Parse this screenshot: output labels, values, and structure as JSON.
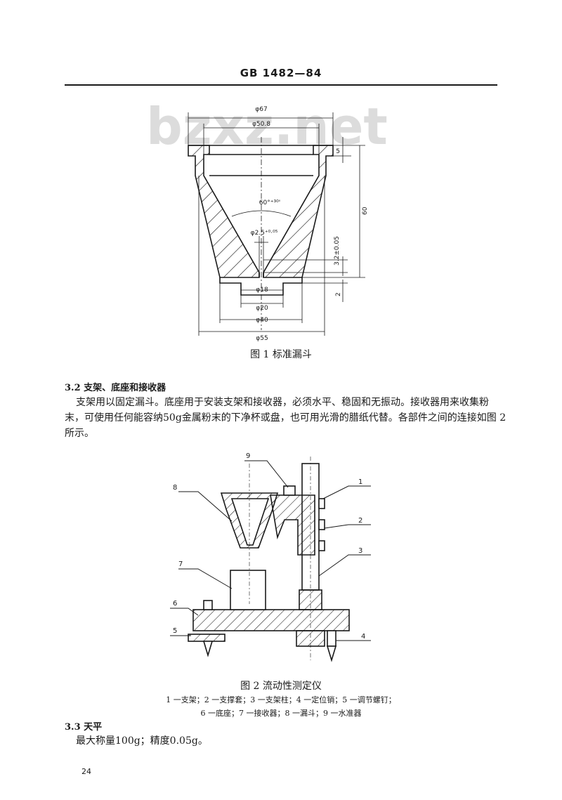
{
  "header": {
    "standard_code": "GB 1482—84"
  },
  "watermark": "bzxz.net",
  "figure1": {
    "caption": "图 1   标准漏斗",
    "dims": {
      "d67": "φ67",
      "d50_8": "φ50.8",
      "h5": "5",
      "angle": "60°⁺³⁰'",
      "h60": "60",
      "d2_5": "φ2.5⁺⁰·⁰⁵",
      "h3_2": "3.2±0.05",
      "d18": "φ18",
      "h2": "2",
      "d20": "φ20",
      "d40": "φ40",
      "d55": "φ55"
    }
  },
  "section_3_2": {
    "heading": "3.2  支架、底座和接收器",
    "body_line1": "支架用以固定漏斗。底座用于安装支架和接收器，必须水平、稳固和无振动。接收器用来收集粉",
    "body_line2": "末，可使用任何能容纳50g金属粉末的下净杯或盘，也可用光滑的腊纸代替。各部件之间的连接如图 2",
    "body_line3": "所示。"
  },
  "figure2": {
    "labels": [
      "1",
      "2",
      "3",
      "4",
      "5",
      "6",
      "7",
      "8",
      "9"
    ],
    "caption": "图 2   流动性测定仪",
    "legend_line1": "1 一支架；2 一支撑套；3 一支架柱；4 一定位销；5 一调节螺钉；",
    "legend_line2": "6 一底座；7 一接收器；8 一漏斗；9 一水准器"
  },
  "section_3_3": {
    "heading": "3.3  天平",
    "body": "最大称量100g；精度0.05g。"
  },
  "footer": {
    "page_number": "24"
  }
}
